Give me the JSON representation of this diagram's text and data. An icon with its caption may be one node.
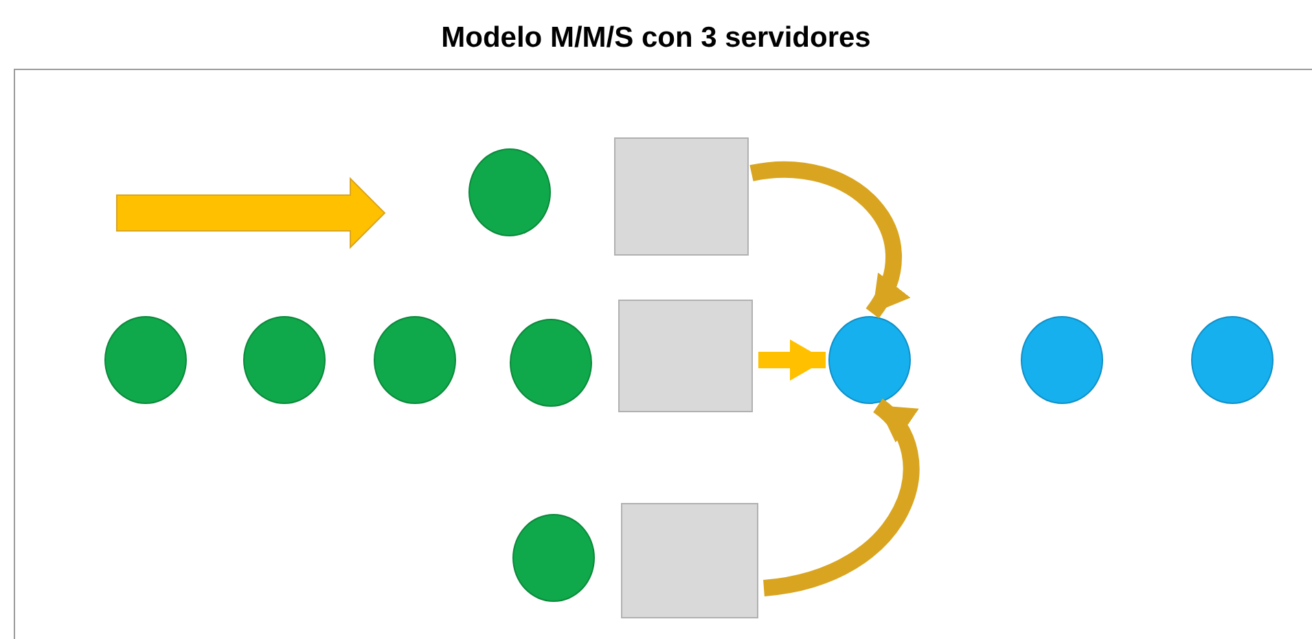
{
  "diagram": {
    "title": "Modelo M/M/S con 3 servidores",
    "nodes": [
      {
        "text": [],
        "shape": "circle"
      },
      {
        "text": [],
        "shape": "box"
      },
      {
        "text": [],
        "shape": "circle"
      },
      {
        "text": [],
        "shape": "circle"
      },
      {
        "text": [],
        "shape": "circle"
      },
      {
        "text": [],
        "shape": "circle"
      },
      {
        "text": [],
        "shape": "box"
      },
      {
        "text": [],
        "shape": "circle"
      },
      {
        "text": [],
        "shape": "circle"
      },
      {
        "text": [],
        "shape": "circle"
      },
      {
        "text": [],
        "shape": "circle"
      },
      {
        "text": [],
        "shape": "box"
      }
    ],
    "edges": [
      {
        "from": 1,
        "to": 7,
        "arrow": "to"
      },
      {
        "from": 6,
        "to": 7,
        "arrow": "to",
        "color": "#ffc000"
      },
      {
        "from": 11,
        "to": 7,
        "arrow": "to"
      }
    ]
  }
}
